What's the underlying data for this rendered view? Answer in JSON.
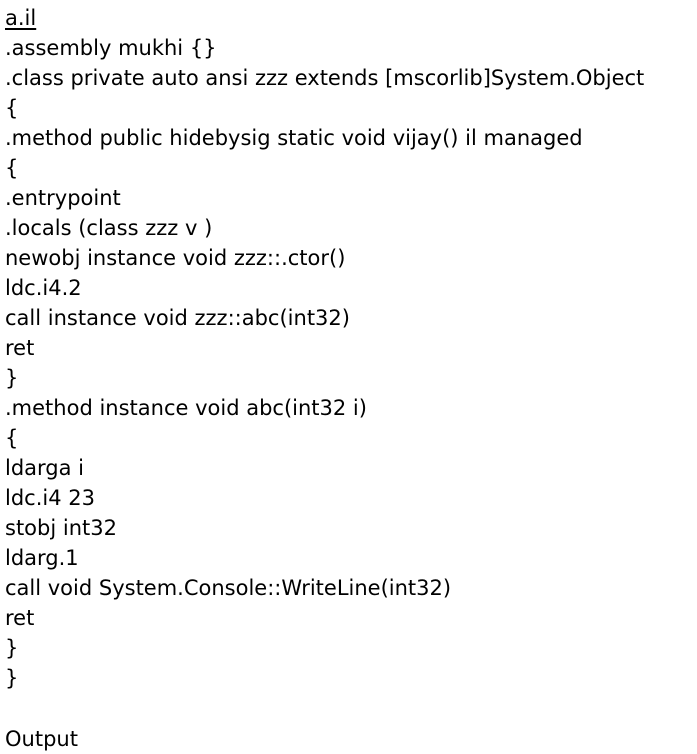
{
  "document": {
    "filename": "a.il",
    "code_lines": [
      ".assembly mukhi {}",
      ".class private auto ansi zzz extends [mscorlib]System.Object",
      "{",
      ".method public hidebysig static void vijay() il managed",
      "{",
      ".entrypoint",
      ".locals (class zzz v )",
      "newobj instance void zzz::.ctor()",
      "ldc.i4.2",
      "call instance void zzz::abc(int32)",
      "ret",
      "}",
      ".method instance void abc(int32 i)",
      "{",
      "ldarga i",
      "ldc.i4 23",
      "stobj int32",
      "ldarg.1",
      "call void System.Console::WriteLine(int32)",
      "ret",
      "}",
      "}"
    ],
    "output_heading": "Output"
  }
}
